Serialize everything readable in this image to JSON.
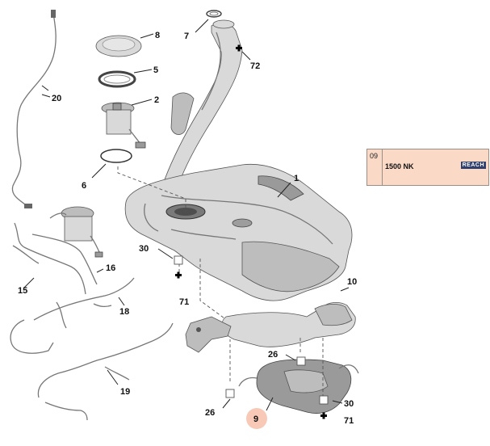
{
  "callouts": {
    "c1": "1",
    "c2": "2",
    "c5": "5",
    "c6": "6",
    "c7": "7",
    "c8": "8",
    "c9": "9",
    "c10": "10",
    "c15": "15",
    "c16": "16",
    "c18": "18",
    "c19": "19",
    "c20": "20",
    "c26a": "26",
    "c26b": "26",
    "c30a": "30",
    "c30b": "30",
    "c71a": "71",
    "c71b": "71",
    "c72": "72"
  },
  "reference_table": {
    "code": "09",
    "part_number": "1500 NK",
    "badge": "REACH"
  },
  "colors": {
    "highlight_marker": "#f7c9b6",
    "table_fill": "#fbd9c7",
    "badge_fill": "#2f3f6e"
  }
}
